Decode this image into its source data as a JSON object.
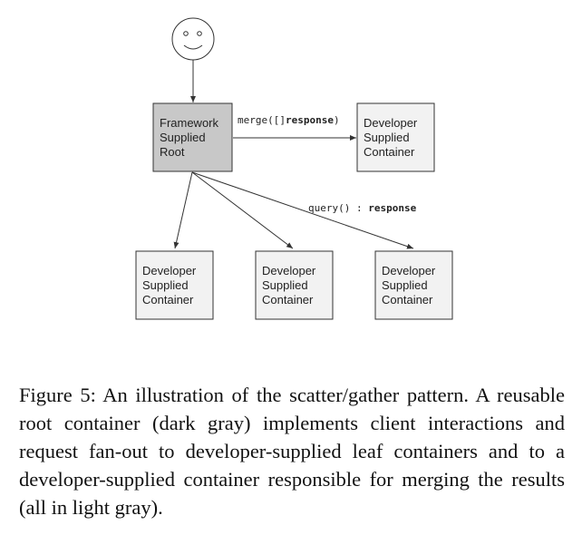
{
  "diagram": {
    "actor": {
      "icon": "smiley-user-icon"
    },
    "root": {
      "lines": [
        "Framework",
        "Supplied",
        "Root"
      ],
      "color": "#c8c8c8"
    },
    "merger": {
      "lines": [
        "Developer",
        "Supplied",
        "Container"
      ],
      "color": "#f2f2f2"
    },
    "leaves": [
      {
        "lines": [
          "Developer",
          "Supplied",
          "Container"
        ]
      },
      {
        "lines": [
          "Developer",
          "Supplied",
          "Container"
        ]
      },
      {
        "lines": [
          "Developer",
          "Supplied",
          "Container"
        ]
      }
    ],
    "merge_label": {
      "prefix": "merge([]",
      "bold": "response",
      "suffix": ")"
    },
    "query_label": {
      "prefix": "query() : ",
      "bold": "response"
    }
  },
  "caption": "Figure 5: An illustration of the scatter/gather pattern. A reusable root container (dark gray) implements client interactions and request fan-out to developer-supplied leaf containers and to a developer-supplied container responsible for merging the results (all in light gray)."
}
